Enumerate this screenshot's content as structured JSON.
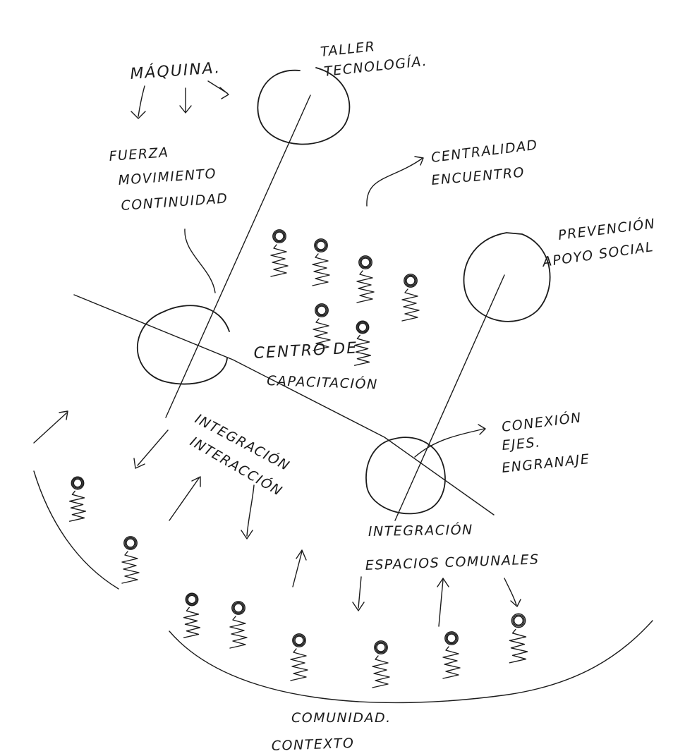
{
  "labels": {
    "maquina": "MÁQUINA.",
    "taller_1": "TALLER",
    "taller_2": "TECNOLOGÍA.",
    "fuerza": "FUERZA",
    "movimiento": "MOVIMIENTO",
    "continuidad": "CONTINUIDAD",
    "centralidad": "CENTRALIDAD",
    "encuentro": "ENCUENTRO",
    "prevencion": "PREVENCIÓN",
    "apoyo": "APOYO SOCIAL",
    "centro_1": "CENTRO DE",
    "centro_2": "CAPACITACIÓN",
    "integracion_top": "INTEGRACIÓN",
    "interaccion": "INTERACCIÓN",
    "conexion": "CONEXIÓN",
    "ejes": "EJES.",
    "engranaje": "ENGRANAJE",
    "integracion_bottom": "INTEGRACIÓN",
    "espacios": "ESPACIOS COMUNALES",
    "comunidad": "COMUNIDAD.",
    "contexto": "CONTEXTO"
  },
  "colors": {
    "ink": "#1b1b1b",
    "paper": "#ffffff"
  },
  "icons": [
    "person-scribble-icon",
    "arrow-icon",
    "circle-node-icon"
  ]
}
